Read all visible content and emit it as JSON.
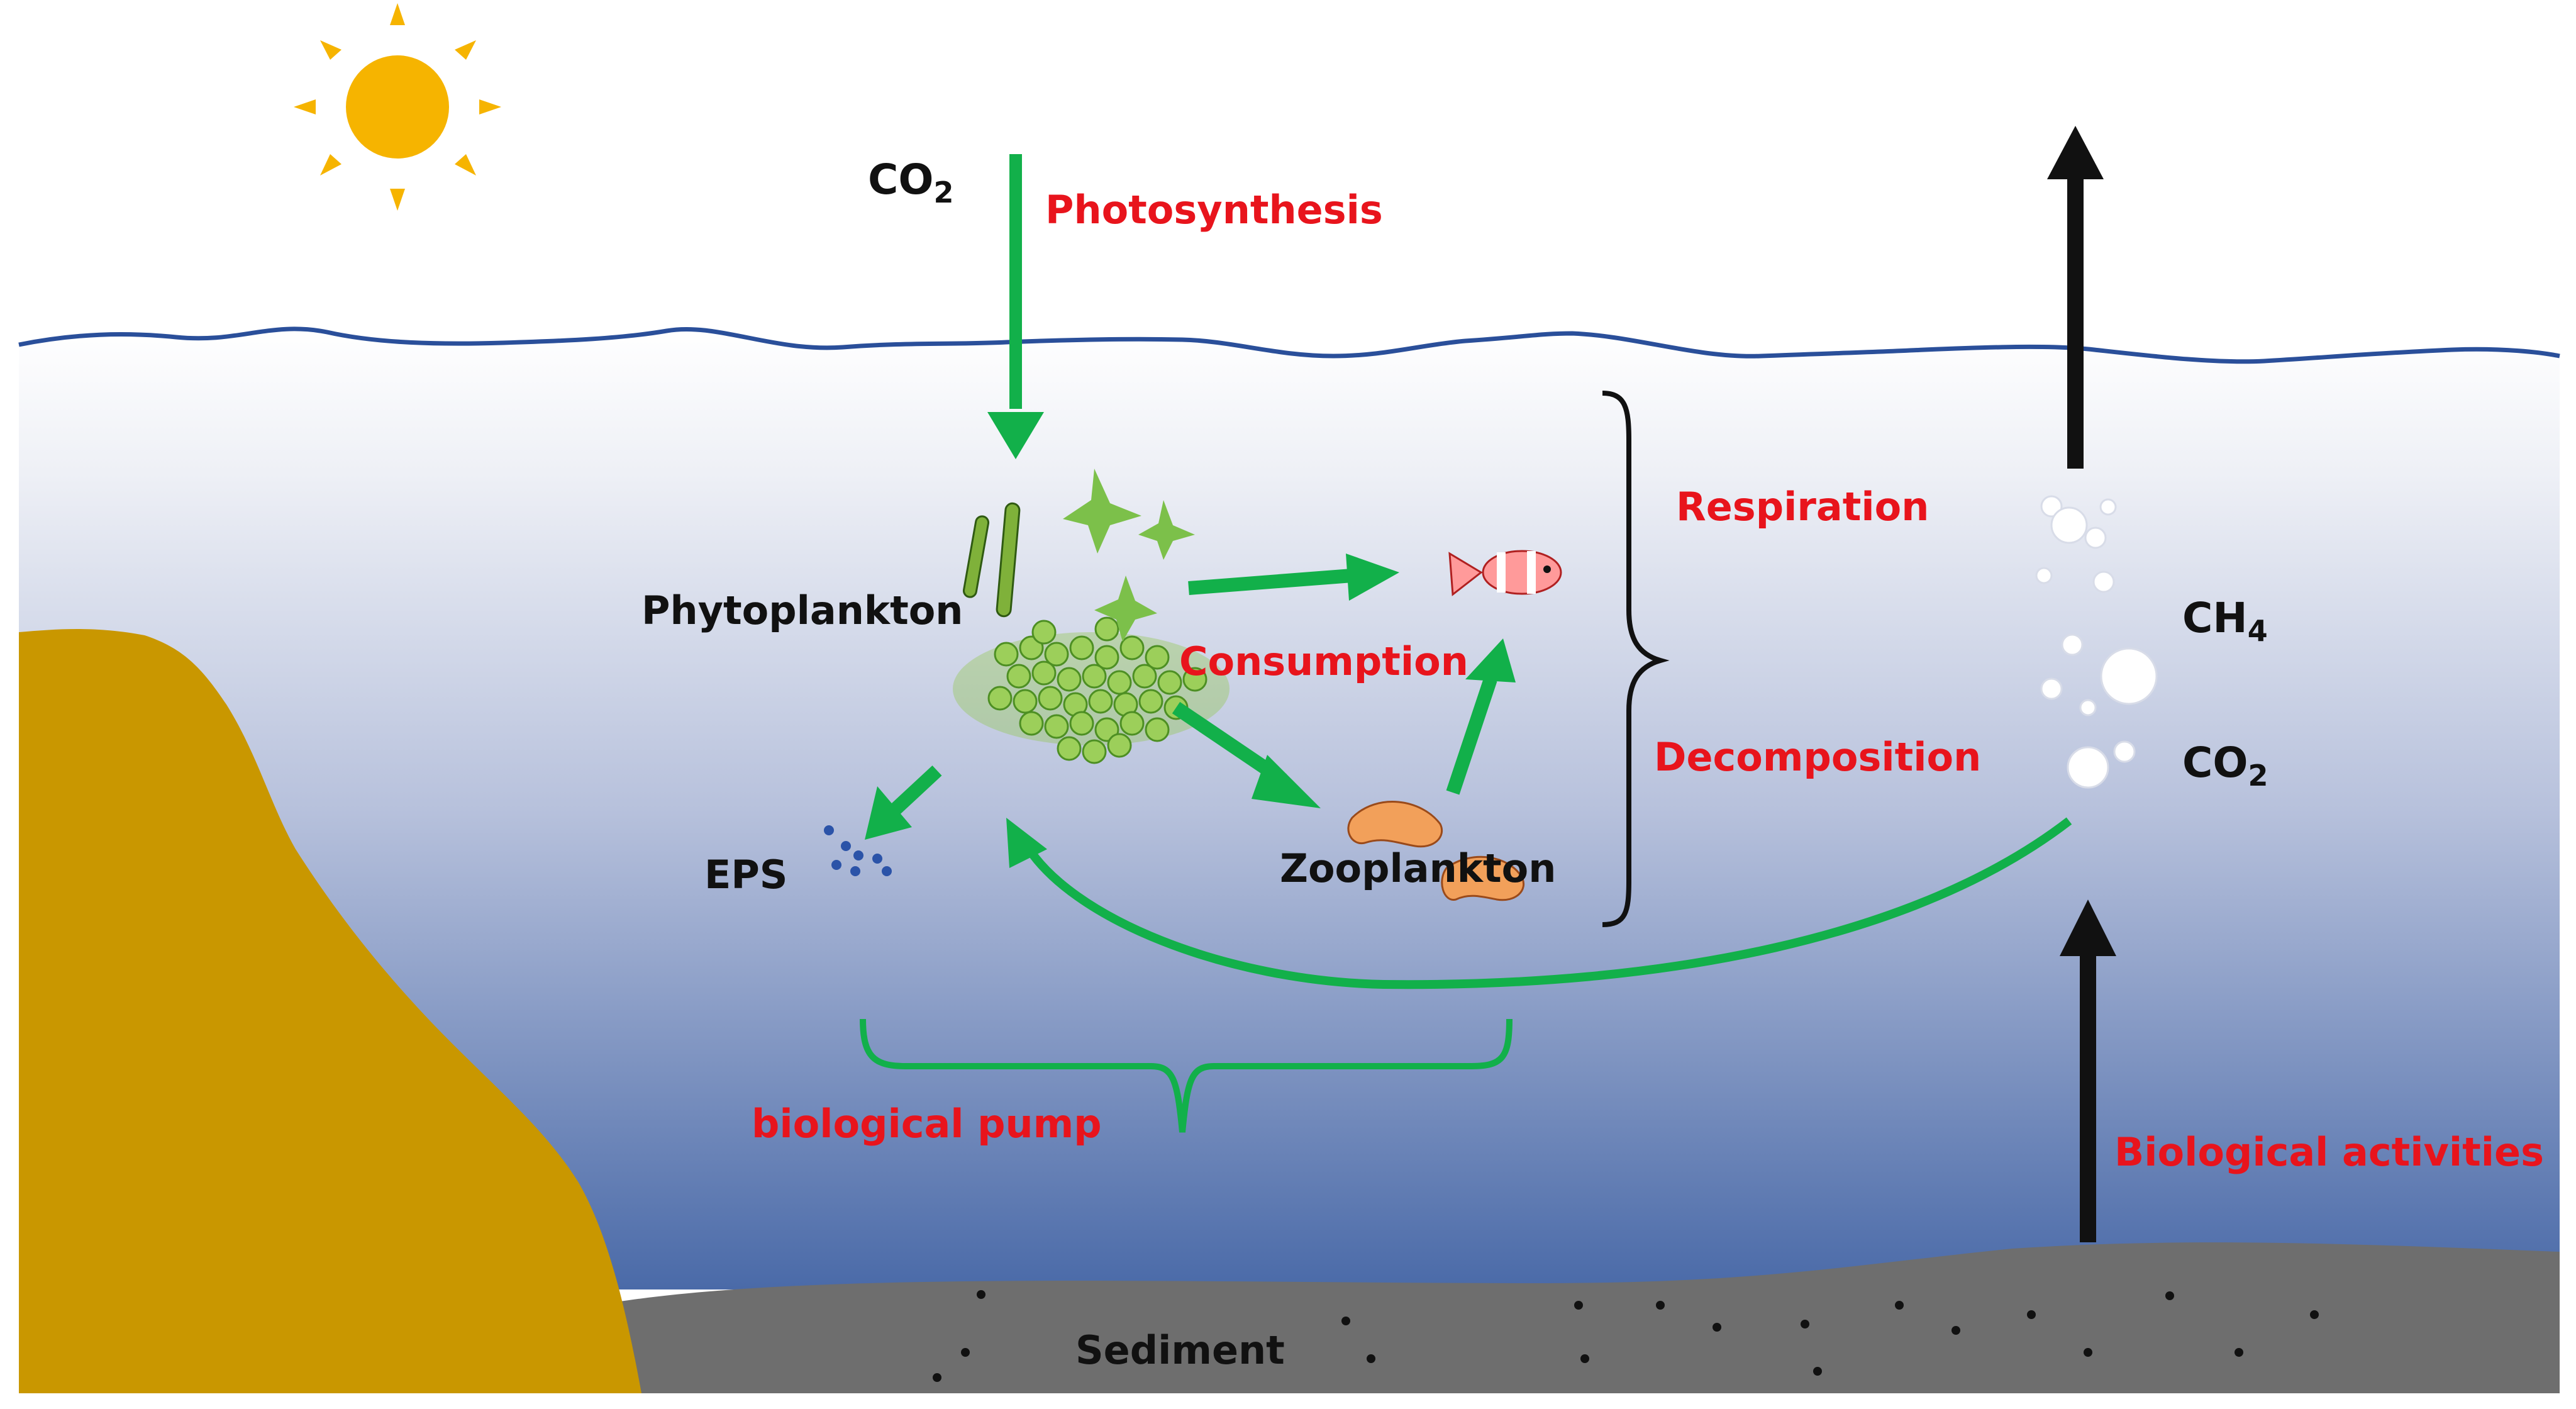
{
  "labels": {
    "co2_top": "CO",
    "co2_top_sub": "2",
    "photosynthesis": "Photosynthesis",
    "respiration": "Respiration",
    "phytoplankton": "Phytoplankton",
    "consumption": "Consumption",
    "decomposition": "Decomposition",
    "ch4": "CH",
    "ch4_sub": "4",
    "co2_right": "CO",
    "co2_right_sub": "2",
    "eps": "EPS",
    "zooplankton": "Zooplankton",
    "biological_pump": "biological pump",
    "biological_activities": "Biological activities",
    "sediment": "Sediment"
  },
  "colors": {
    "label_red": "#e8141c",
    "arrow_green": "#12b04a",
    "arrow_black": "#111111",
    "water_top": "#ffffff",
    "water_bottom": "#4f6faa",
    "wave_line": "#2a4f9a",
    "land": "#c99700",
    "sediment": "#6e6e6e",
    "sun": "#f6b400"
  }
}
